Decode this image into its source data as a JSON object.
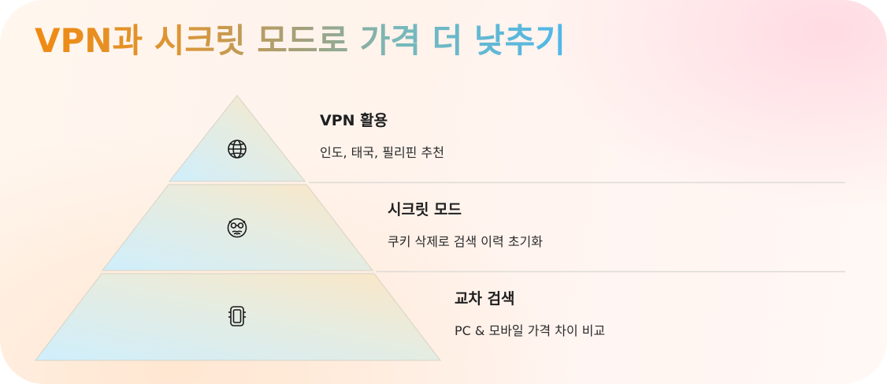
{
  "title": "VPN과 시크릿 모드로 가격 더 낮추기",
  "levels": [
    {
      "title": "VPN 활용",
      "desc": "인도, 태국, 필리핀 추천",
      "icon": "globe-icon"
    },
    {
      "title": "시크릿 모드",
      "desc": "쿠키 삭제로 검색 이력 초기화",
      "icon": "incognito-icon"
    },
    {
      "title": "교차 검색",
      "desc": "PC & 모바일 가격 차이 비교",
      "icon": "device-icon"
    }
  ],
  "colors": {
    "title_gradient": [
      "#f08a12",
      "#dc9636",
      "#a4a07a",
      "#7ab8b8",
      "#4fb8ea"
    ],
    "layer_blue": "#cfeefc",
    "layer_peach": "#fde6c4",
    "outline": "#d6d3c6",
    "divider": "#dedcd6",
    "icon": "#1a1a1a"
  }
}
